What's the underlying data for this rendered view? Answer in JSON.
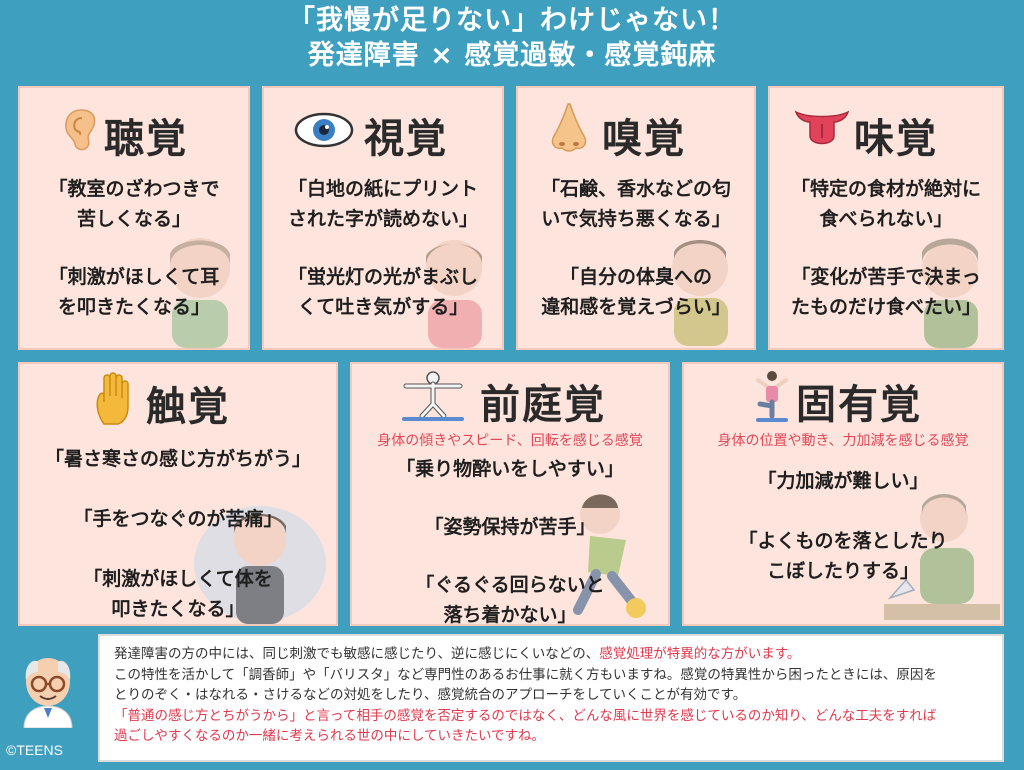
{
  "header": {
    "line1": "「我慢が足りない」わけじゃない！",
    "line2": "発達障害 × 感覚過敏・感覚鈍麻"
  },
  "cards": {
    "hearing": {
      "title": "聴覚",
      "icon": "ear-icon",
      "lines": [
        "「教室のざわつきで",
        "苦しくなる」",
        "「刺激がほしくて耳",
        "を叩きたくなる」"
      ]
    },
    "sight": {
      "title": "視覚",
      "icon": "eye-icon",
      "lines": [
        "「白地の紙にプリント",
        "された字が読めない」",
        "「蛍光灯の光がまぶし",
        "くて吐き気がする」"
      ]
    },
    "smell": {
      "title": "嗅覚",
      "icon": "nose-icon",
      "lines": [
        "「石鹸、香水などの匂",
        "いで気持ち悪くなる」",
        "「自分の体臭への",
        "違和感を覚えづらい」"
      ]
    },
    "taste": {
      "title": "味覚",
      "icon": "tongue-icon",
      "lines": [
        "「特定の食材が絶対に",
        "食べられない」",
        "「変化が苦手で決まっ",
        "たものだけ食べたい」"
      ]
    },
    "touch": {
      "title": "触覚",
      "icon": "hand-icon",
      "lines": [
        "「暑さ寒さの感じ方がちがう」",
        "「手をつなぐのが苦痛」",
        "「刺激がほしくて体を",
        "叩きたくなる」"
      ]
    },
    "vestibular": {
      "title": "前庭覚",
      "icon": "balance-icon",
      "subtitle": "身体の傾きやスピード、回転を感じる感覚",
      "lines": [
        "「乗り物酔いをしやすい」",
        "「姿勢保持が苦手」",
        "「ぐるぐる回らないと",
        "落ち着かない」"
      ]
    },
    "proprioception": {
      "title": "固有覚",
      "icon": "yoga-icon",
      "subtitle": "身体の位置や動き、力加減を感じる感覚",
      "lines": [
        "「力加減が難しい」",
        "「よくものを落としたり",
        "こぼしたりする」"
      ]
    }
  },
  "info": {
    "p1_a": "発達障害の方の中には、同じ刺激でも敏感に感じたり、逆に感じにくいなどの、",
    "p1_b": "感覚処理が特異的な方がいます。",
    "p2": "この特性を活かして「調香師」や「バリスタ」など専門性のあるお仕事に就く方もいますね。感覚の特異性から困ったときには、原因を",
    "p3": "とりのぞく・はなれる・さけるなどの対処をしたり、感覚統合のアプローチをしていくことが有効です。",
    "p4": "「普通の感じ方とちがうから」と言って相手の感覚を否定するのではなく、どんな風に世界を感じているのか知り、どんな工夫をすれば",
    "p5": "過ごしやすくなるのか一緒に考えられる世の中にしていきたいですね。"
  },
  "copyright": "©TEENS",
  "colors": {
    "background": "#3e9fbf",
    "card": "#fde4dc",
    "accent_red": "#e03a4e"
  }
}
